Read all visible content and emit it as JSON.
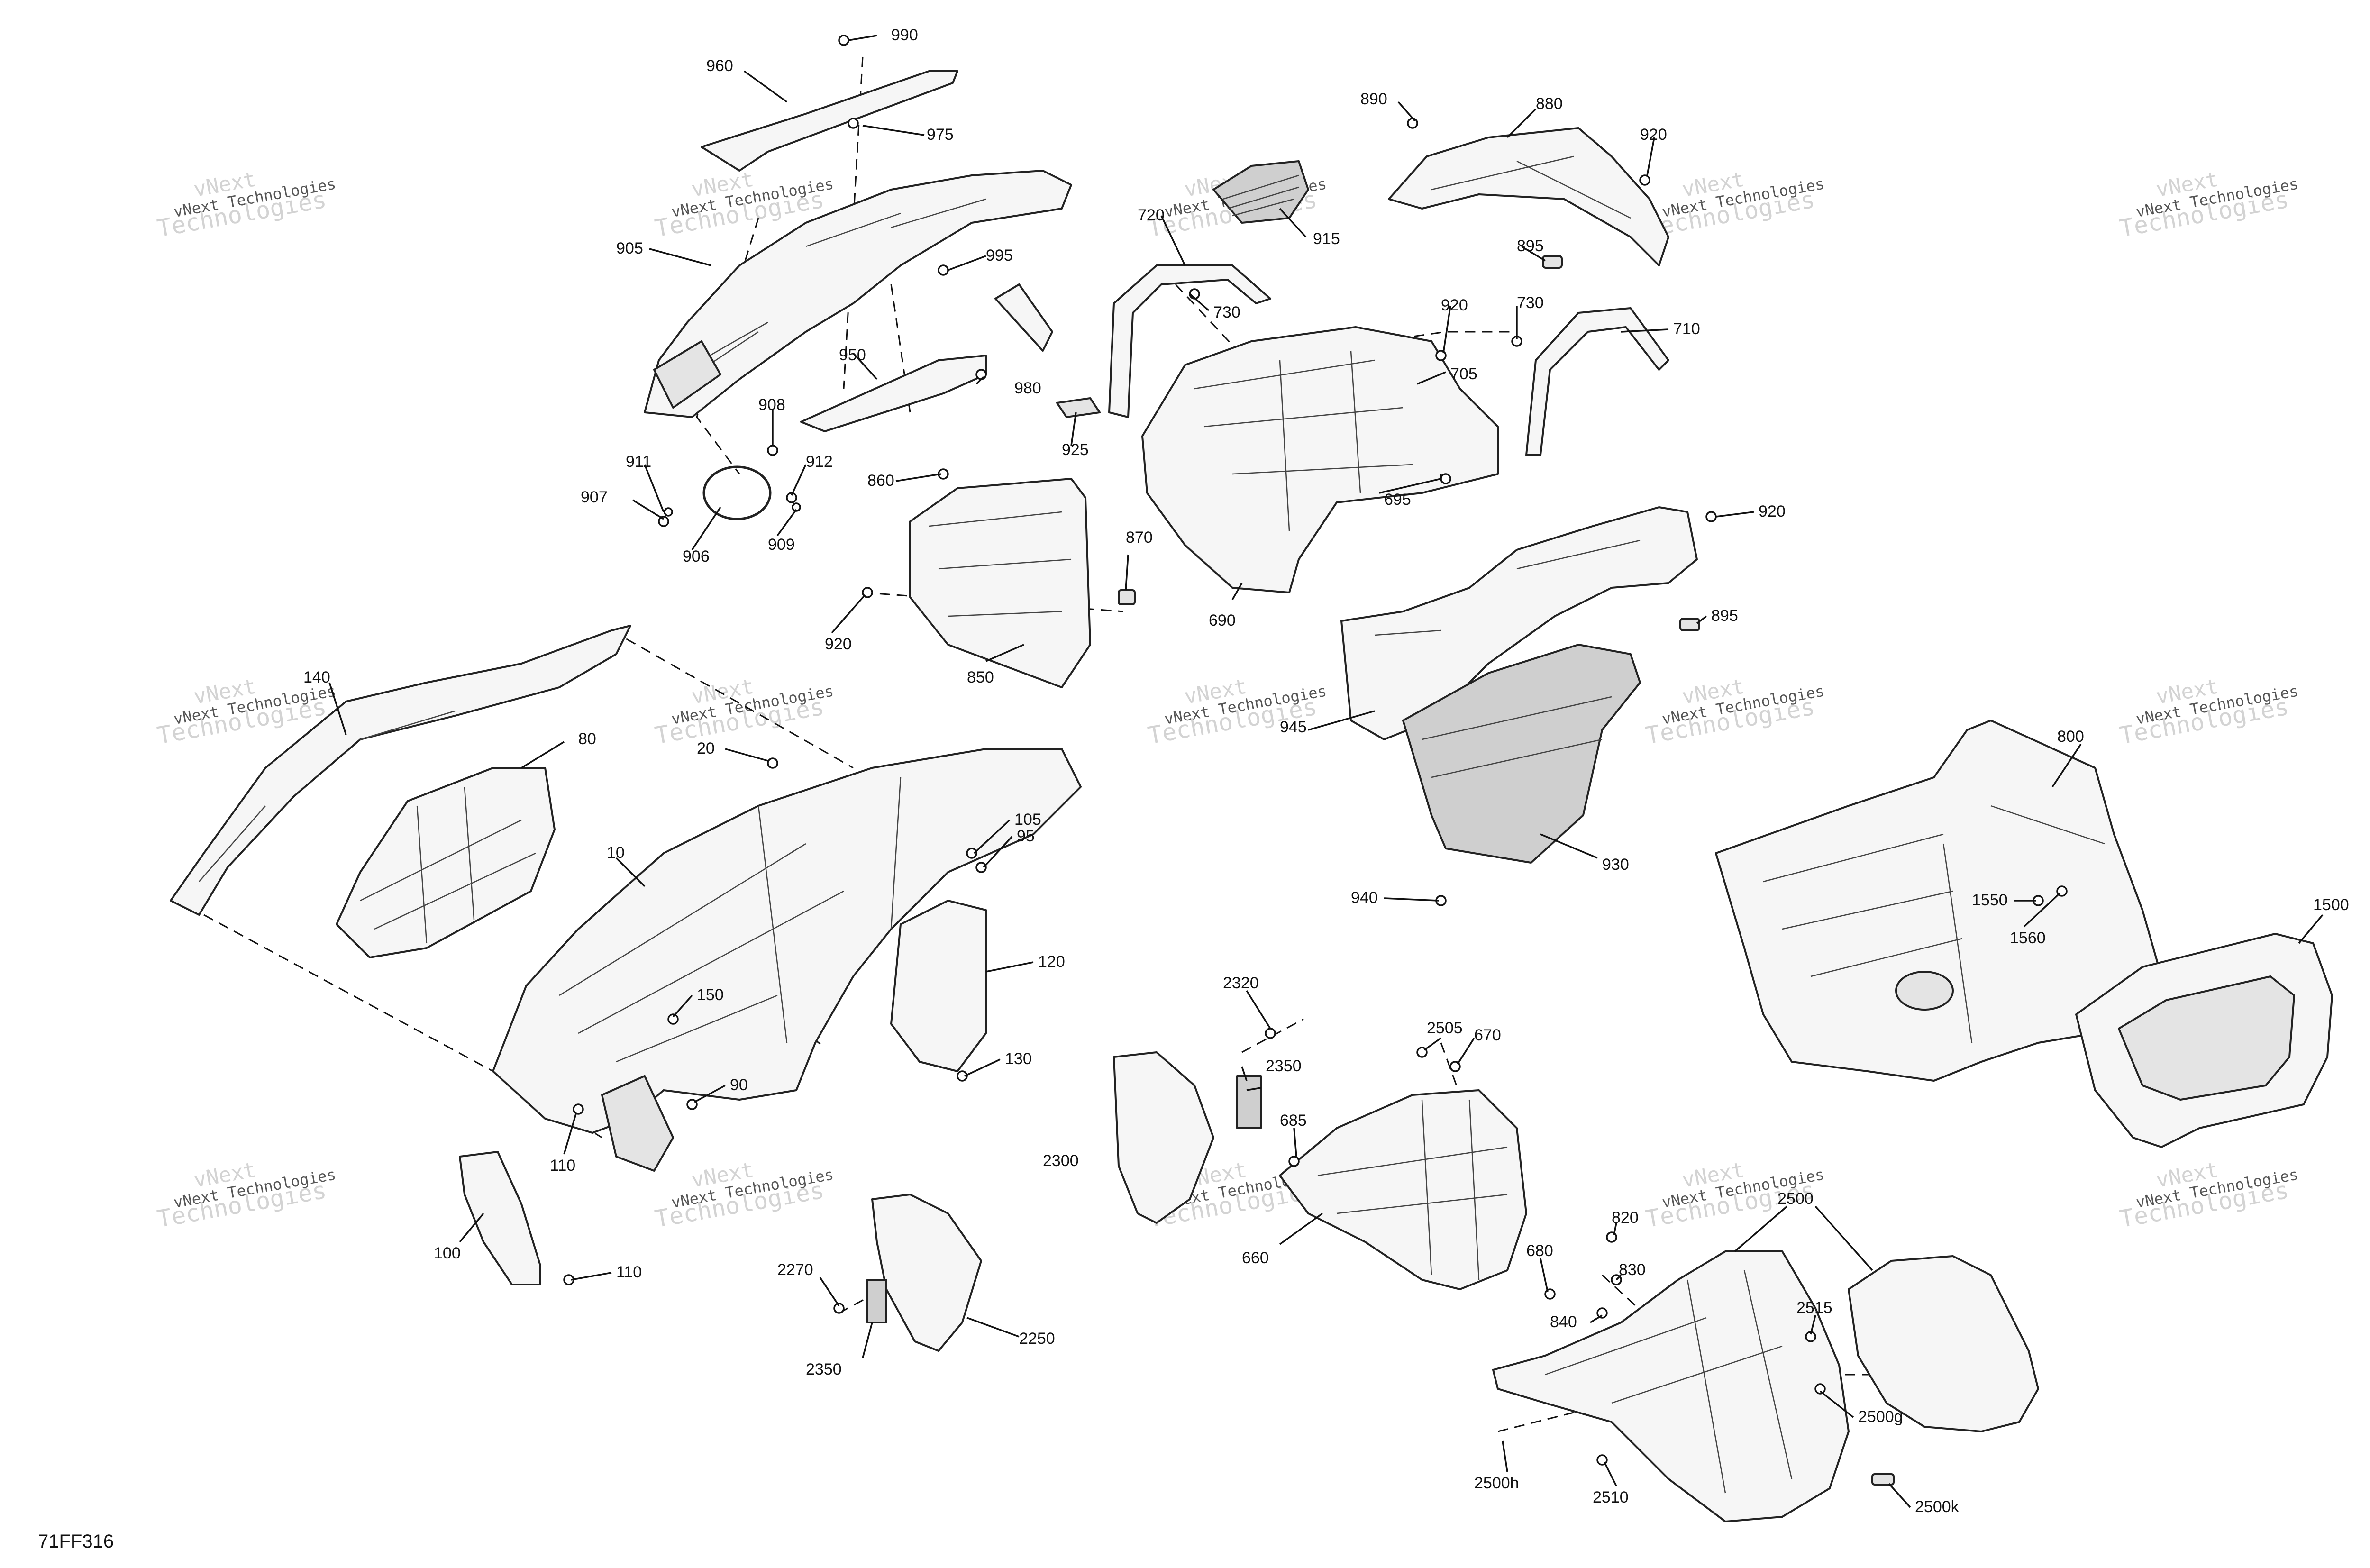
{
  "diagram": {
    "figure_code": "71FF316",
    "watermark": {
      "line1": "vNext",
      "line2": "Technologies",
      "line3": "vNext Technologies"
    },
    "callouts": [
      "990",
      "960",
      "975",
      "905",
      "995",
      "915",
      "720",
      "730",
      "880",
      "890",
      "920",
      "895",
      "950",
      "980",
      "925",
      "908",
      "911",
      "912",
      "907",
      "909",
      "906",
      "860",
      "870",
      "850",
      "705",
      "710",
      "695",
      "690",
      "140",
      "80",
      "20",
      "10",
      "105",
      "95",
      "120",
      "130",
      "150",
      "90",
      "110",
      "100",
      "945",
      "930",
      "940",
      "800",
      "1550",
      "1560",
      "1500",
      "2320",
      "2350",
      "2300",
      "2505",
      "670",
      "685",
      "660",
      "680",
      "820",
      "830",
      "840",
      "2500",
      "2515",
      "2500g",
      "2500h",
      "2510",
      "2500k",
      "2270",
      "2250"
    ]
  }
}
